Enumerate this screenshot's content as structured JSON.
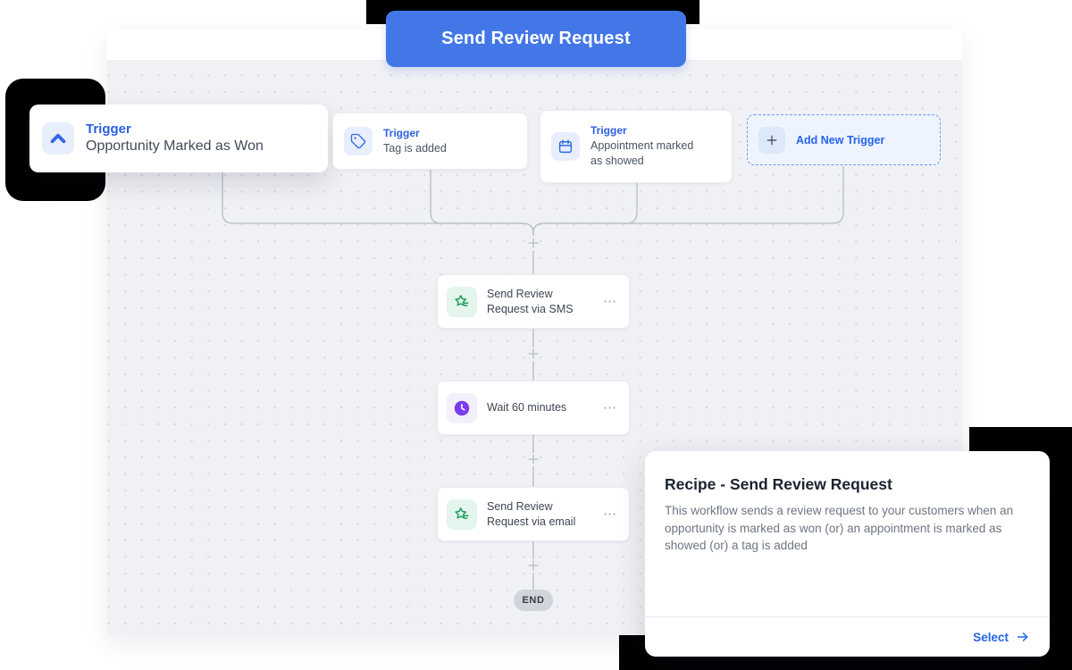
{
  "banner": {
    "title": "Send Review Request"
  },
  "triggers": [
    {
      "type_label": "Trigger",
      "name": "Opportunity Marked as Won",
      "icon": "chevron-up"
    },
    {
      "type_label": "Trigger",
      "name": "Tag is added",
      "icon": "tag"
    },
    {
      "type_label": "Trigger",
      "name": "Appointment marked as showed",
      "icon": "calendar"
    }
  ],
  "add_trigger": {
    "label": "Add New Trigger",
    "icon": "plus"
  },
  "steps": [
    {
      "name": "Send Review Request via SMS",
      "icon": "review-star"
    },
    {
      "name": "Wait 60 minutes",
      "icon": "clock"
    },
    {
      "name": "Send Review Request via email",
      "icon": "review-star"
    }
  ],
  "end_label": "END",
  "recipe_card": {
    "title": "Recipe - Send Review Request",
    "description": "This workflow sends a review request to your customers when an opportunity is marked as won (or) an appointment is marked as showed (or) a tag is added",
    "action_label": "Select"
  },
  "ui": {
    "menu_glyph": "⋯"
  },
  "colors": {
    "accent_blue": "#4377e8",
    "trigger_blue": "#2c5fe3",
    "link_blue": "#2563eb",
    "review_green": "#199d5c",
    "wait_purple": "#7b3ced",
    "canvas_bg": "#f0f1f5",
    "end_pill_bg": "#d1d5db",
    "black_decor": "#000000"
  }
}
